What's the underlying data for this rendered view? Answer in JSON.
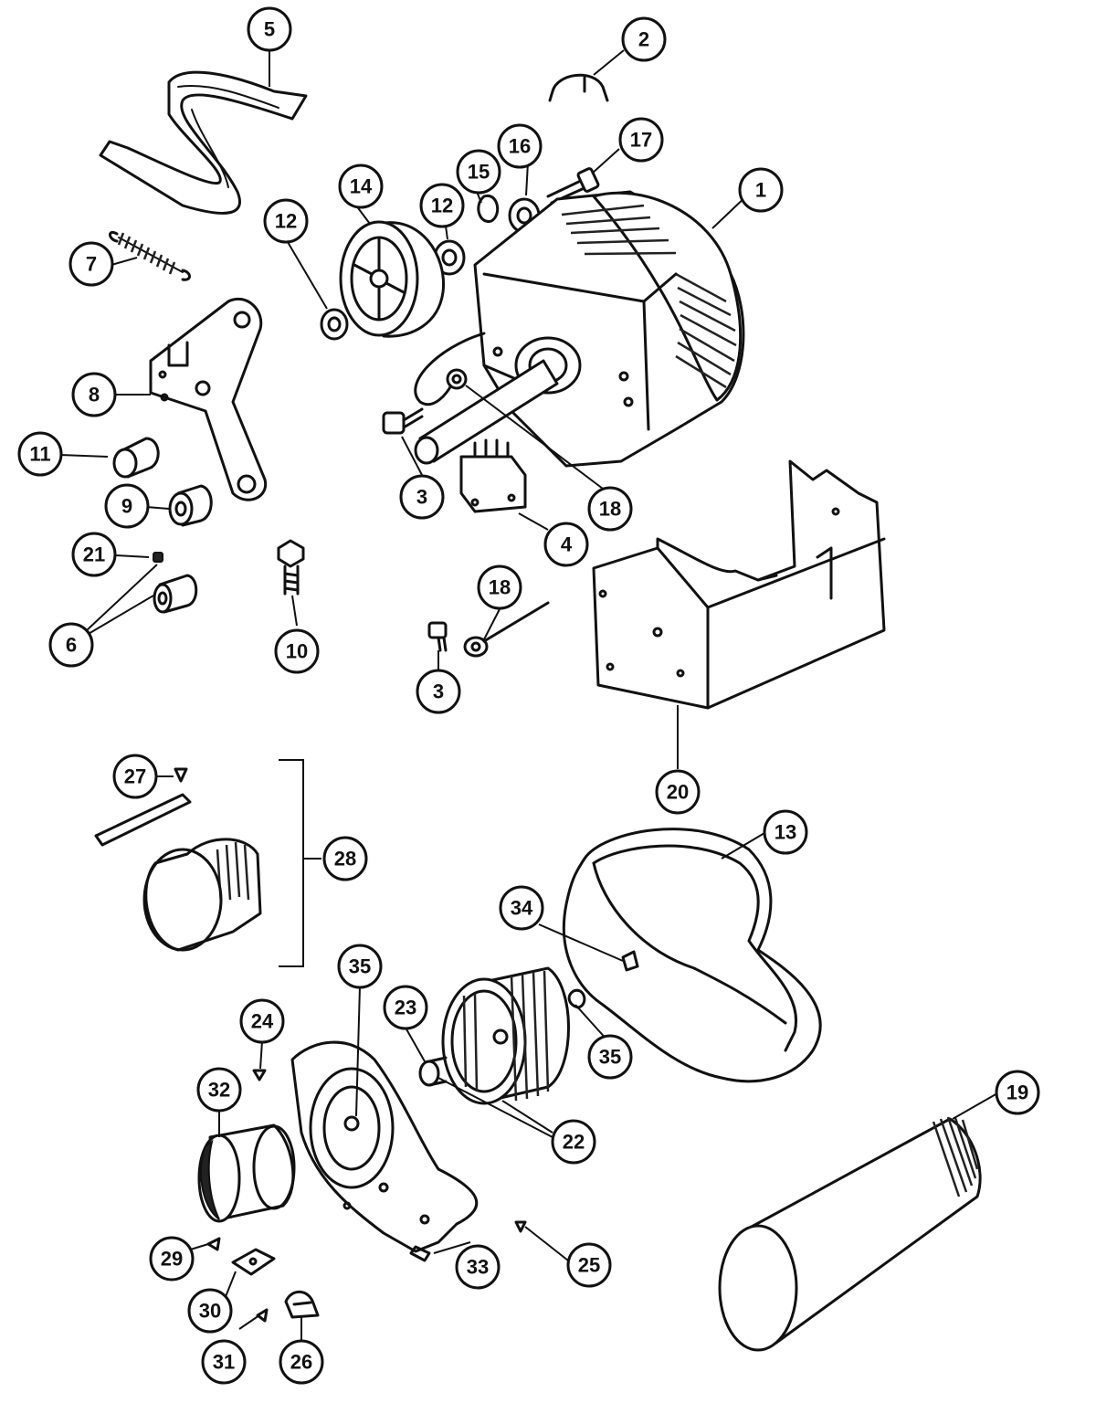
{
  "callouts": [
    {
      "id": "c1",
      "label": "1"
    },
    {
      "id": "c2",
      "label": "2"
    },
    {
      "id": "c3a",
      "label": "3"
    },
    {
      "id": "c3b",
      "label": "3"
    },
    {
      "id": "c4",
      "label": "4"
    },
    {
      "id": "c5",
      "label": "5"
    },
    {
      "id": "c6",
      "label": "6"
    },
    {
      "id": "c7",
      "label": "7"
    },
    {
      "id": "c8",
      "label": "8"
    },
    {
      "id": "c9",
      "label": "9"
    },
    {
      "id": "c10",
      "label": "10"
    },
    {
      "id": "c11",
      "label": "11"
    },
    {
      "id": "c12a",
      "label": "12"
    },
    {
      "id": "c12b",
      "label": "12"
    },
    {
      "id": "c13",
      "label": "13"
    },
    {
      "id": "c14",
      "label": "14"
    },
    {
      "id": "c15",
      "label": "15"
    },
    {
      "id": "c16",
      "label": "16"
    },
    {
      "id": "c17",
      "label": "17"
    },
    {
      "id": "c18a",
      "label": "18"
    },
    {
      "id": "c18b",
      "label": "18"
    },
    {
      "id": "c19",
      "label": "19"
    },
    {
      "id": "c20",
      "label": "20"
    },
    {
      "id": "c21",
      "label": "21"
    },
    {
      "id": "c22",
      "label": "22"
    },
    {
      "id": "c23",
      "label": "23"
    },
    {
      "id": "c24",
      "label": "24"
    },
    {
      "id": "c25",
      "label": "25"
    },
    {
      "id": "c26",
      "label": "26"
    },
    {
      "id": "c27",
      "label": "27"
    },
    {
      "id": "c28",
      "label": "28"
    },
    {
      "id": "c29",
      "label": "29"
    },
    {
      "id": "c30",
      "label": "30"
    },
    {
      "id": "c31",
      "label": "31"
    },
    {
      "id": "c32",
      "label": "32"
    },
    {
      "id": "c33",
      "label": "33"
    },
    {
      "id": "c34",
      "label": "34"
    },
    {
      "id": "c35a",
      "label": "35"
    },
    {
      "id": "c35b",
      "label": "35"
    }
  ]
}
